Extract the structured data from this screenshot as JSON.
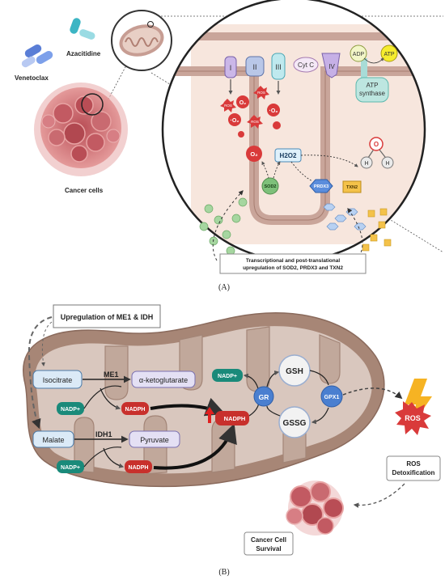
{
  "panel_a": {
    "panel_label": "(A)",
    "drugs": {
      "venetoclax": "Venetoclax",
      "azacitidine": "Azacitidine"
    },
    "cancer_cells_label": "Cancer cells",
    "complexes": {
      "c1": "I",
      "c2": "II",
      "c3": "III",
      "cyt_c": "Cyt C",
      "c4": "IV"
    },
    "atp_synthase": {
      "adp": "ADP",
      "atp": "ATP",
      "line1": "ATP",
      "line2": "synthase"
    },
    "ros": {
      "ros_small": "ROS",
      "o2_radical": "O₂",
      "o2_minus": "·O₂",
      "o2_label": "O₂"
    },
    "enzymes": {
      "sod2": "SOD2",
      "prdx3": "PRDX3",
      "txn2": "TXN2"
    },
    "h2o2": "H2O2",
    "water": {
      "o": "O",
      "h1": "H",
      "h2": "H"
    },
    "regulation_box": {
      "line1": "Transcriptional and post-translational",
      "line2": "upregulation of SOD2, PRDX3 and TXN2"
    }
  },
  "panel_b": {
    "panel_label": "(B)",
    "upregulation_label": "Upregulation of ME1 & IDH",
    "substrates": {
      "isocitrate": "Isocitrate",
      "alpha_kg": "α-ketoglutarate",
      "malate": "Malate",
      "pyruvate": "Pyruvate"
    },
    "enzymes": {
      "me1": "ME1",
      "idh1": "IDH1",
      "gr": "GR",
      "gpx1": "GPX1"
    },
    "cofactors": {
      "nadp_plus": "NADP+",
      "nadph": "NADPH"
    },
    "glutathione": {
      "gsh": "GSH",
      "gssg": "GSSG"
    },
    "ros": "ROS",
    "ros_detox": {
      "line1": "ROS",
      "line2": "Detoxification"
    },
    "survival": {
      "line1": "Cancer Cell",
      "line2": "Survival"
    }
  },
  "colors": {
    "mito_brown": "#b8968a",
    "mito_matrix": "#d8c6bd",
    "membrane_fill": "#f7e6dd",
    "ros_red": "#d93a3a",
    "nadp_teal": "#1a8a7a",
    "nadph_red": "#c8302c",
    "enzyme_blue": "#4a7fd0",
    "sod2_green": "#7ec07a",
    "txn2_yellow": "#f4c24a",
    "lightning": "#f6b323"
  }
}
